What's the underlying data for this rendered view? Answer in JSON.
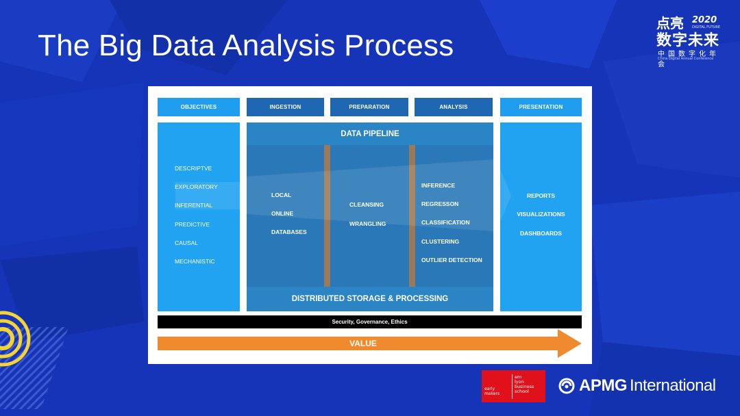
{
  "slide": {
    "title": "The Big Data Analysis Process"
  },
  "event_logo": {
    "line1": "点亮",
    "year": "2020",
    "tagline": "DIGITAL FUTURE",
    "line2": "数字未来",
    "line3": "中国数字化年会",
    "line4": "China Digital Annual Conference"
  },
  "diagram": {
    "headers": {
      "objectives": "OBJECTIVES",
      "ingestion": "INGESTION",
      "preparation": "PREPARATION",
      "analysis": "ANALYSIS",
      "presentation": "PRESENTATION"
    },
    "objectives_items": [
      "DESCRIPTVE",
      "EXPLORATORY",
      "INFERENTIAL",
      "PREDICTIVE",
      "CAUSAL",
      "MECHANISTIC"
    ],
    "pipeline_label": "DATA PIPELINE",
    "ingestion_items": [
      "LOCAL",
      "ONLINE",
      "DATABASES"
    ],
    "preparation_items": [
      "CLEANSING",
      "WRANGLING"
    ],
    "analysis_items": [
      "INFERENCE",
      "REGRESSON",
      "CLASSIFICATION",
      "CLUSTERING",
      "OUTLIER DETECTION"
    ],
    "storage_label": "DISTRIBUTED STORAGE & PROCESSING",
    "presentation_items": [
      "REPORTS",
      "VISUALIZATIONS",
      "DASHBOARDS"
    ],
    "security_label": "Security, Governance, Ethics",
    "value_label": "VALUE",
    "colors": {
      "light_blue": "#22a3f2",
      "dark_blue": "#2a78b7",
      "divider": "#9b7a5a",
      "arrow": "#ef8a2e"
    }
  },
  "sponsors": {
    "emlyon_left": [
      "early",
      "makers"
    ],
    "emlyon_right": [
      "em",
      "lyon",
      "business",
      "school"
    ],
    "apmg_name": "APMG",
    "apmg_suffix": "International"
  }
}
